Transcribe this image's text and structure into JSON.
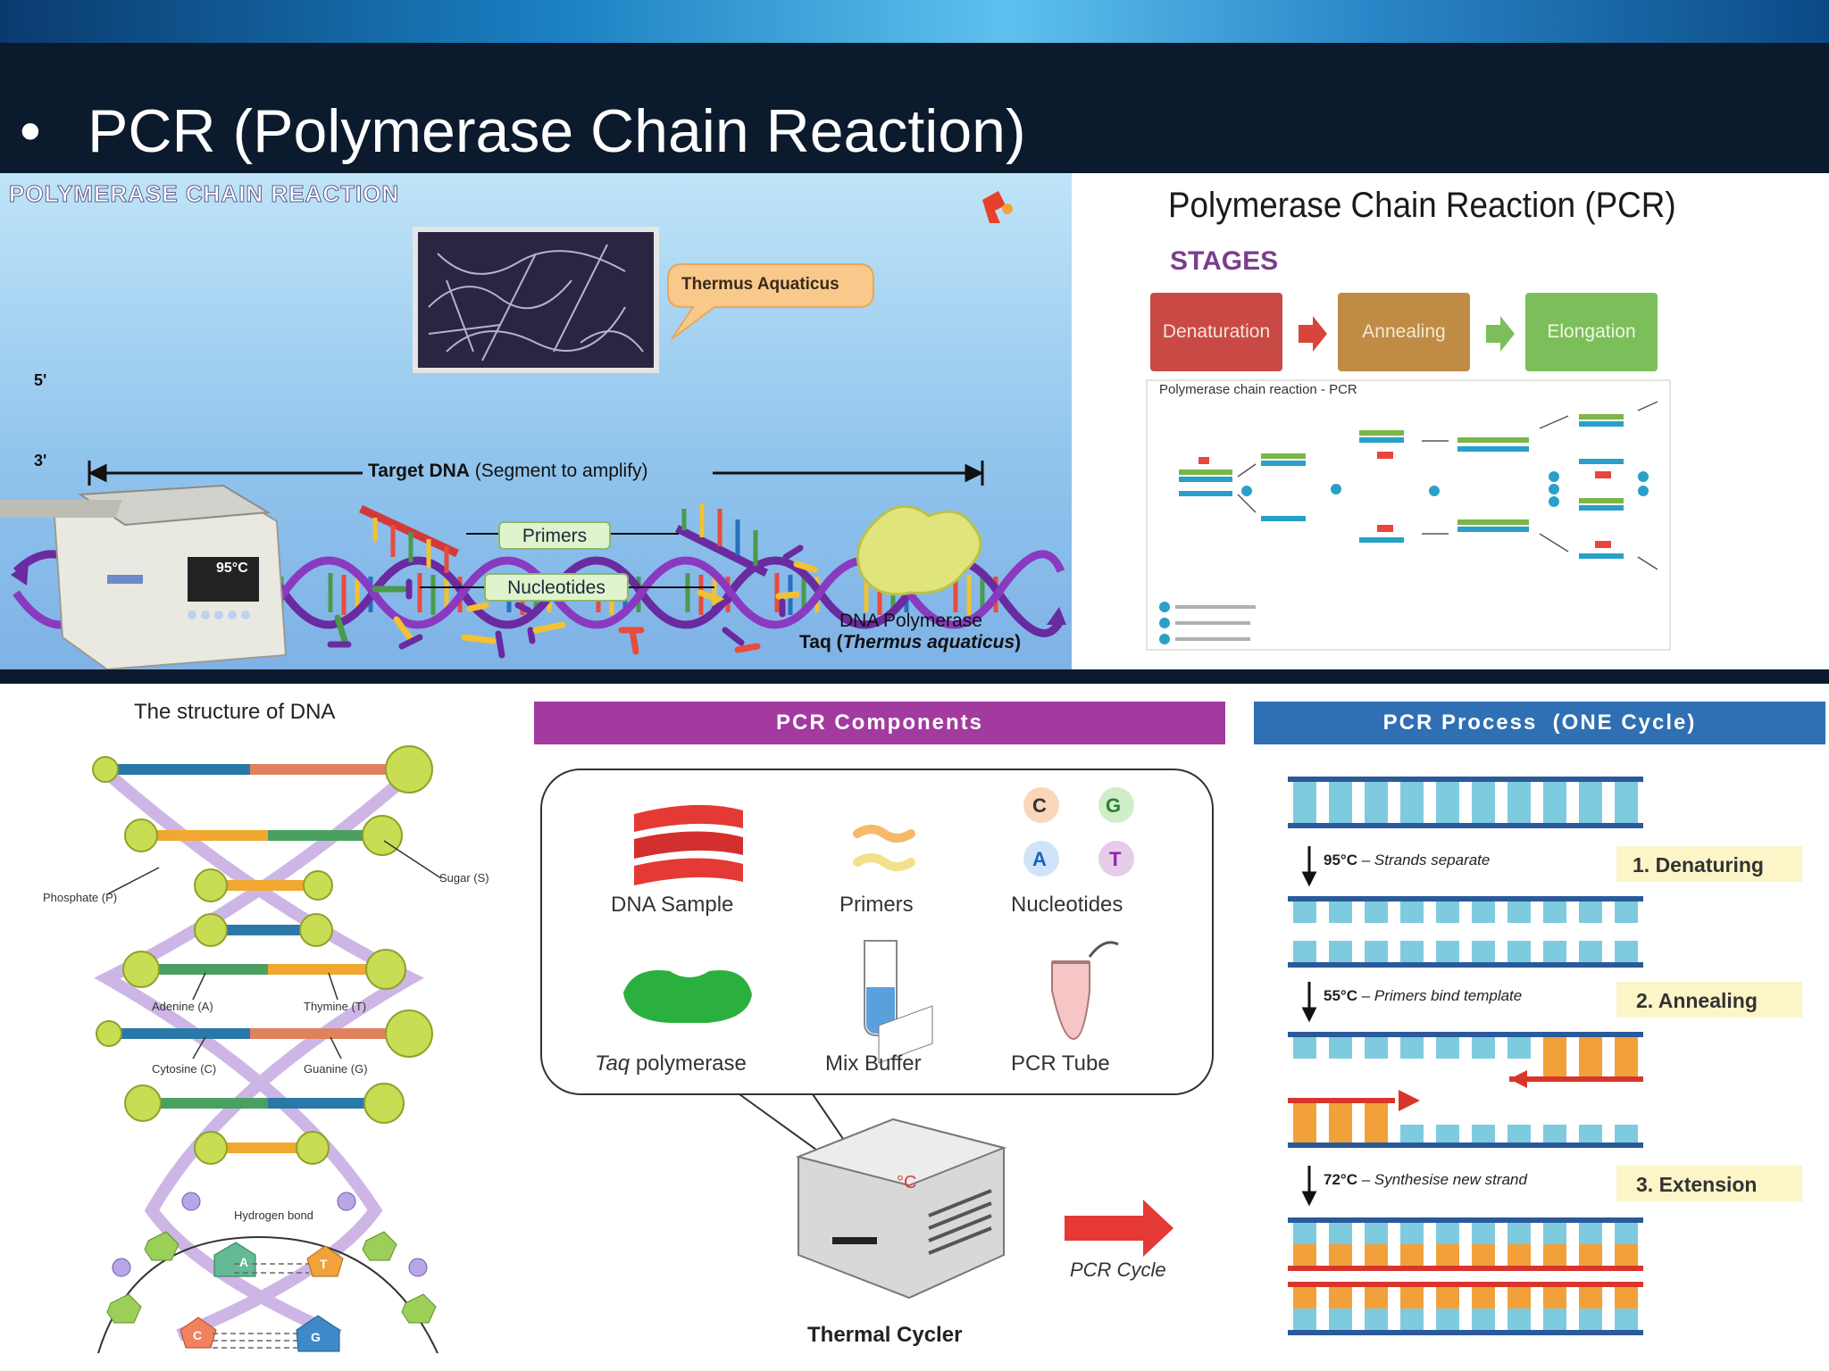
{
  "slide": {
    "bullet": "•",
    "title": "PCR (Polymerase Chain Reaction)"
  },
  "panel_top_left": {
    "header": "POLYMERASE CHAIN REACTION",
    "callout": "Thermus Aquaticus",
    "five_prime": "5'",
    "three_prime": "3'",
    "target_bold": "Target DNA",
    "target_rest": "(Segment to amplify)",
    "primers": "Primers",
    "nucleotides": "Nucleotides",
    "display_temp": "95°C",
    "dna_polymerase": "DNA Polymerase",
    "taq_prefix": "Taq (",
    "taq_italic": "Thermus aquaticus",
    "taq_suffix": ")"
  },
  "panel_top_right": {
    "title": "Polymerase Chain Reaction (PCR)",
    "stages_label": "STAGES",
    "stages": [
      "Denaturation",
      "Annealing",
      "Elongation"
    ],
    "stage_colors": [
      "#c94a44",
      "#c08b45",
      "#7cbf5a"
    ],
    "diagram_title": "Polymerase chain reaction - PCR"
  },
  "panel_bottom_left": {
    "title": "The structure of DNA",
    "phosphate": "Phosphate (P)",
    "sugar": "Sugar (S)",
    "adenine": "Adenine (A)",
    "thymine": "Thymine (T)",
    "cytosine": "Cytosine (C)",
    "guanine": "Guanine (G)",
    "hydrogen_bond": "Hydrogen bond"
  },
  "panel_bottom_middle": {
    "header": "PCR Components",
    "header_color": "#a23a9f",
    "items": [
      "DNA Sample",
      "Primers",
      "Nucleotides",
      "Taq polymerase",
      "Mix Buffer",
      "PCR Tube"
    ],
    "taq_italic": "Taq",
    "taq_rest": " polymerase",
    "bases": [
      "C",
      "G",
      "A",
      "T"
    ],
    "thermometer_unit": "°C",
    "thermal_cycler": "Thermal Cycler",
    "pcr_cycle": "PCR Cycle"
  },
  "panel_bottom_right": {
    "header": "PCR Process  (ONE Cycle)",
    "header_color": "#2f6fb3",
    "steps": [
      {
        "temp": "95°C",
        "desc": "Strands separate",
        "label": "1. Denaturing"
      },
      {
        "temp": "55°C",
        "desc": "Primers bind template",
        "label": "2. Annealing"
      },
      {
        "temp": "72°C",
        "desc": "Synthesise new strand",
        "label": "3. Extension"
      }
    ]
  }
}
